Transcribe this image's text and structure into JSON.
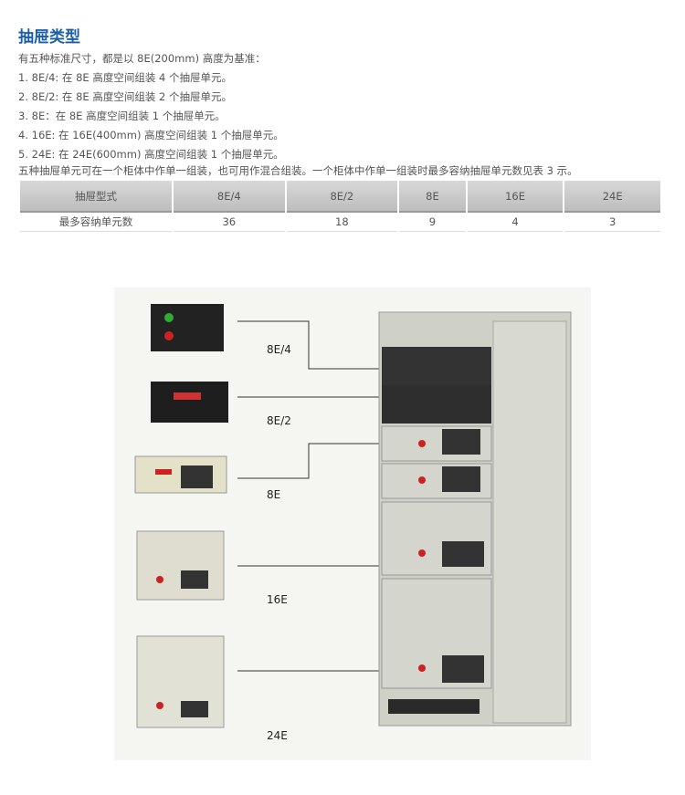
{
  "title": "抽屉类型",
  "intro": "有五种标准尺寸，都是以 8E(200mm) 高度为基准：",
  "items": [
    "1. 8E/4: 在 8E 高度空间组装 4 个抽屉单元。",
    "2. 8E/2: 在 8E 高度空间组装 2 个抽屉单元。",
    "3. 8E：在 8E 高度空间组装 1 个抽屉单元。",
    "4. 16E: 在 16E(400mm) 高度空间组装 1 个抽屉单元。",
    "5. 24E: 在 24E(600mm) 高度空间组装 1 个抽屉单元。"
  ],
  "note": "五种抽屉单元可在一个柜体中作单一组装，也可用作混合组装。一个柜体中作单一组装时最多容纳抽屉单元数见表 3 示。",
  "table": {
    "headers": [
      "抽屉型式",
      "8E/4",
      "8E/2",
      "8E",
      "16E",
      "24E"
    ],
    "row": [
      "最多容纳单元数",
      "36",
      "18",
      "9",
      "4",
      "3"
    ]
  },
  "figure_labels": [
    "8E/4",
    "8E/2",
    "8E",
    "16E",
    "24E"
  ]
}
